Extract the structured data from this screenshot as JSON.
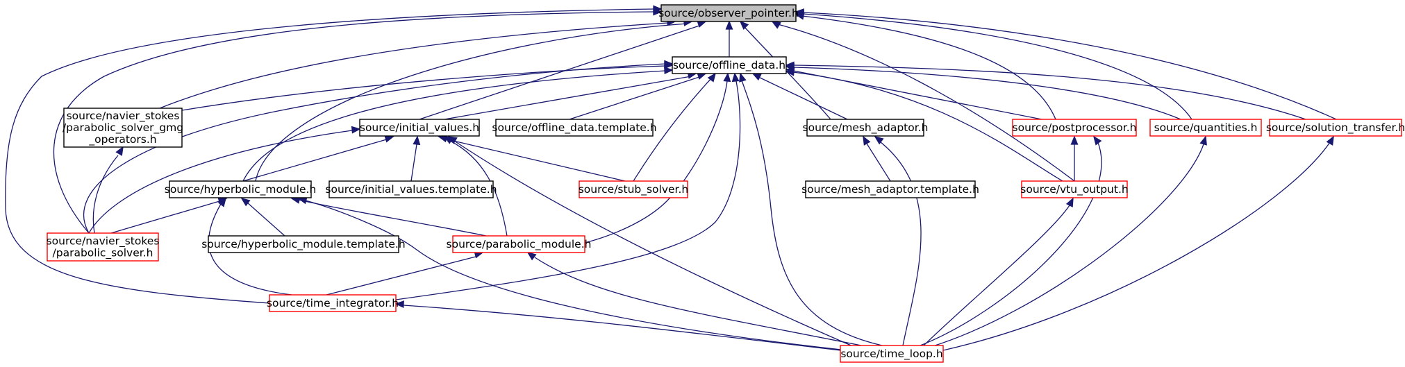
{
  "colors": {
    "edge": "#191970",
    "border_default": "#000000",
    "border_red": "#ff0000",
    "fill_highlight": "#bfbfbf",
    "fill_default": "#ffffff"
  },
  "nodes": [
    {
      "id": "observer_pointer",
      "lines": [
        "source/observer_pointer.h"
      ],
      "style": "highlight"
    },
    {
      "id": "offline_data",
      "lines": [
        "source/offline_data.h"
      ],
      "style": "black"
    },
    {
      "id": "ns_gmg",
      "lines": [
        "source/navier_stokes",
        "/parabolic_solver_gmg",
        "_operators.h"
      ],
      "style": "black"
    },
    {
      "id": "initial_values",
      "lines": [
        "source/initial_values.h"
      ],
      "style": "black"
    },
    {
      "id": "offline_template",
      "lines": [
        "source/offline_data.template.h"
      ],
      "style": "black"
    },
    {
      "id": "mesh_adaptor",
      "lines": [
        "source/mesh_adaptor.h"
      ],
      "style": "black"
    },
    {
      "id": "postprocessor",
      "lines": [
        "source/postprocessor.h"
      ],
      "style": "red"
    },
    {
      "id": "quantities",
      "lines": [
        "source/quantities.h"
      ],
      "style": "red"
    },
    {
      "id": "solution_transfer",
      "lines": [
        "source/solution_transfer.h"
      ],
      "style": "red"
    },
    {
      "id": "hyperbolic_module",
      "lines": [
        "source/hyperbolic_module.h"
      ],
      "style": "black"
    },
    {
      "id": "initial_template",
      "lines": [
        "source/initial_values.template.h"
      ],
      "style": "black"
    },
    {
      "id": "stub_solver",
      "lines": [
        "source/stub_solver.h"
      ],
      "style": "red"
    },
    {
      "id": "mesh_template",
      "lines": [
        "source/mesh_adaptor.template.h"
      ],
      "style": "black"
    },
    {
      "id": "vtu_output",
      "lines": [
        "source/vtu_output.h"
      ],
      "style": "red"
    },
    {
      "id": "ns_solver",
      "lines": [
        "source/navier_stokes",
        "/parabolic_solver.h"
      ],
      "style": "red"
    },
    {
      "id": "hyperbolic_template",
      "lines": [
        "source/hyperbolic_module.template.h"
      ],
      "style": "black"
    },
    {
      "id": "parabolic_module",
      "lines": [
        "source/parabolic_module.h"
      ],
      "style": "red"
    },
    {
      "id": "time_integrator",
      "lines": [
        "source/time_integrator.h"
      ],
      "style": "red"
    },
    {
      "id": "time_loop",
      "lines": [
        "source/time_loop.h"
      ],
      "style": "red"
    }
  ],
  "edges": [
    {
      "from": "offline_data",
      "to": "observer_pointer"
    },
    {
      "from": "initial_values",
      "to": "observer_pointer"
    },
    {
      "from": "ns_gmg",
      "to": "observer_pointer"
    },
    {
      "from": "hyperbolic_module",
      "to": "observer_pointer"
    },
    {
      "from": "ns_solver",
      "to": "observer_pointer"
    },
    {
      "from": "time_integrator",
      "to": "observer_pointer"
    },
    {
      "from": "mesh_adaptor",
      "to": "observer_pointer"
    },
    {
      "from": "postprocessor",
      "to": "observer_pointer"
    },
    {
      "from": "quantities",
      "to": "observer_pointer"
    },
    {
      "from": "solution_transfer",
      "to": "observer_pointer"
    },
    {
      "from": "vtu_output",
      "to": "observer_pointer"
    },
    {
      "from": "ns_gmg",
      "to": "offline_data"
    },
    {
      "from": "initial_values",
      "to": "offline_data"
    },
    {
      "from": "offline_template",
      "to": "offline_data"
    },
    {
      "from": "mesh_adaptor",
      "to": "offline_data"
    },
    {
      "from": "postprocessor",
      "to": "offline_data"
    },
    {
      "from": "quantities",
      "to": "offline_data"
    },
    {
      "from": "solution_transfer",
      "to": "offline_data"
    },
    {
      "from": "hyperbolic_module",
      "to": "offline_data"
    },
    {
      "from": "stub_solver",
      "to": "offline_data"
    },
    {
      "from": "vtu_output",
      "to": "offline_data"
    },
    {
      "from": "ns_solver",
      "to": "offline_data"
    },
    {
      "from": "parabolic_module",
      "to": "offline_data"
    },
    {
      "from": "time_integrator",
      "to": "offline_data"
    },
    {
      "from": "time_loop",
      "to": "offline_data"
    },
    {
      "from": "hyperbolic_module",
      "to": "initial_values"
    },
    {
      "from": "initial_template",
      "to": "initial_values"
    },
    {
      "from": "stub_solver",
      "to": "initial_values"
    },
    {
      "from": "ns_solver",
      "to": "initial_values"
    },
    {
      "from": "parabolic_module",
      "to": "initial_values"
    },
    {
      "from": "time_loop",
      "to": "initial_values"
    },
    {
      "from": "ns_solver",
      "to": "ns_gmg"
    },
    {
      "from": "mesh_template",
      "to": "mesh_adaptor"
    },
    {
      "from": "time_loop",
      "to": "mesh_adaptor"
    },
    {
      "from": "vtu_output",
      "to": "postprocessor"
    },
    {
      "from": "time_loop",
      "to": "postprocessor"
    },
    {
      "from": "time_loop",
      "to": "quantities"
    },
    {
      "from": "time_loop",
      "to": "solution_transfer"
    },
    {
      "from": "time_loop",
      "to": "vtu_output"
    },
    {
      "from": "ns_solver",
      "to": "hyperbolic_module"
    },
    {
      "from": "hyperbolic_template",
      "to": "hyperbolic_module"
    },
    {
      "from": "parabolic_module",
      "to": "hyperbolic_module"
    },
    {
      "from": "time_integrator",
      "to": "hyperbolic_module"
    },
    {
      "from": "time_loop",
      "to": "hyperbolic_module"
    },
    {
      "from": "time_integrator",
      "to": "parabolic_module"
    },
    {
      "from": "time_loop",
      "to": "parabolic_module"
    },
    {
      "from": "time_loop",
      "to": "time_integrator"
    }
  ]
}
